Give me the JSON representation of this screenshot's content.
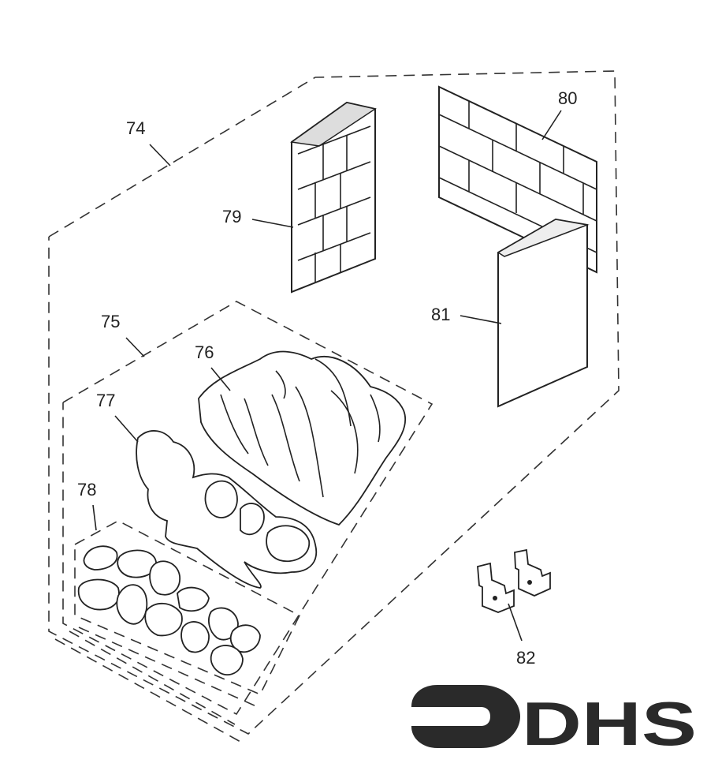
{
  "labels": {
    "p74": "74",
    "p75": "75",
    "p76": "76",
    "p77": "77",
    "p78": "78",
    "p79": "79",
    "p80": "80",
    "p81": "81",
    "p82": "82"
  },
  "logo": {
    "text": "DHS"
  }
}
